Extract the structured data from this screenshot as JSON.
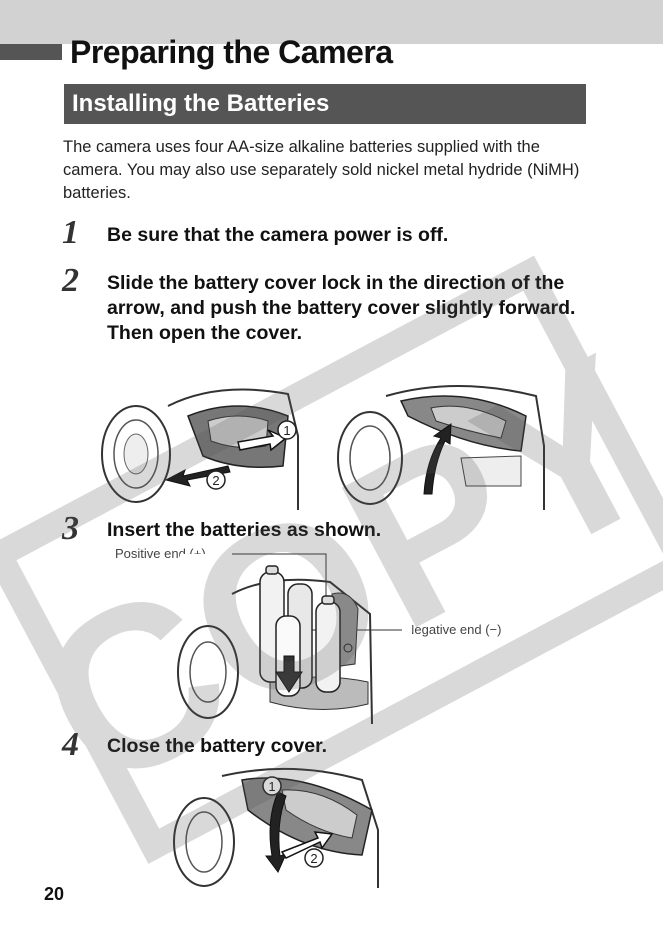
{
  "page": {
    "title": "Preparing the Camera",
    "section_title": "Installing the Batteries",
    "intro": "The camera uses four AA-size alkaline batteries supplied with the camera. You may also use separately sold nickel metal hydride (NiMH) batteries.",
    "page_number": "20",
    "watermark": "COPY"
  },
  "steps": [
    {
      "num": "1",
      "text": "Be sure that the camera power is off."
    },
    {
      "num": "2",
      "text": "Slide the battery cover lock in the direction of the arrow, and push the battery cover slightly forward. Then open the cover."
    },
    {
      "num": "3",
      "text": "Insert the batteries as shown."
    },
    {
      "num": "4",
      "text": "Close the battery cover."
    }
  ],
  "labels": {
    "positive_end": "Positive end (+)",
    "negative_end": "Negative end (−)",
    "marker_1": "1",
    "marker_2": "2"
  }
}
